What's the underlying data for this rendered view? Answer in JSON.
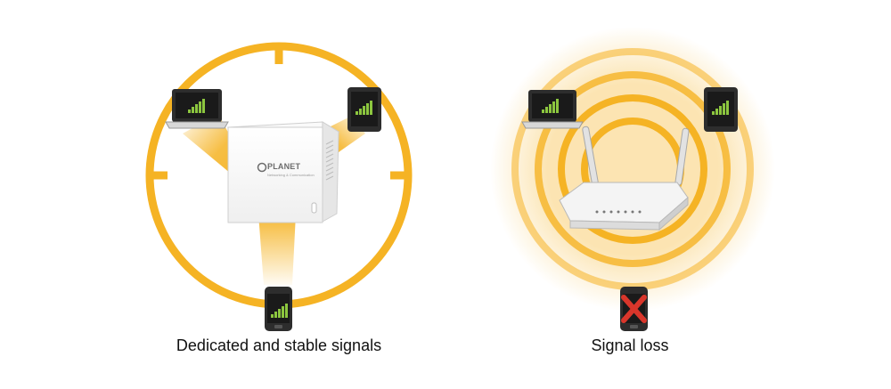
{
  "colors": {
    "accent": "#F5B324",
    "device_dark": "#2d2d2d",
    "signal_green": "#8CC63F",
    "error_red": "#D9362B"
  },
  "left_panel": {
    "caption": "Dedicated and stable signals",
    "device_brand": "PLANET",
    "device_brand_sub": "Networking & Communication",
    "client_icons": [
      "laptop-icon",
      "tablet-icon",
      "smartphone-icon"
    ]
  },
  "right_panel": {
    "caption": "Signal loss",
    "client_icons": [
      "laptop-icon",
      "tablet-icon",
      "smartphone-icon"
    ],
    "error_icon": "cross-icon"
  }
}
